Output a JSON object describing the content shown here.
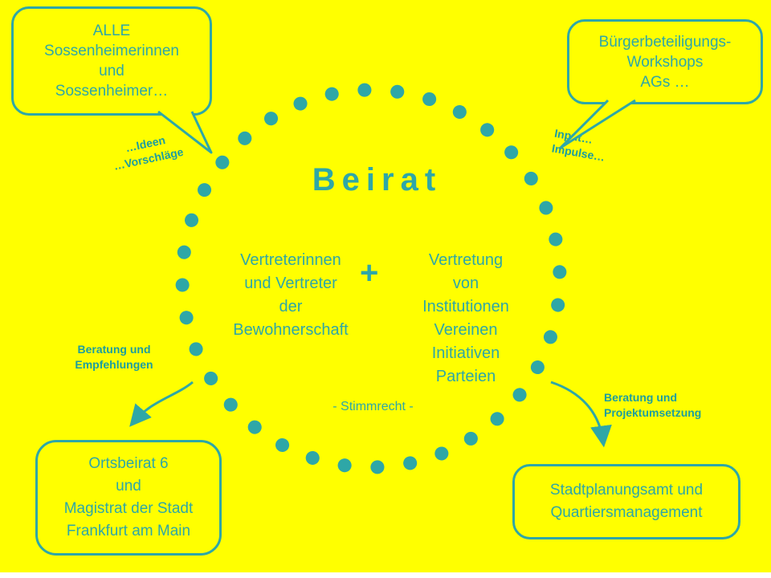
{
  "colors": {
    "background": "#FFFF00",
    "accent": "#2EA7A7"
  },
  "title": "Beirat",
  "circle": {
    "left_column": "Vertreterinnen\nund Vertreter\nder\nBewohnerschaft",
    "plus": "+",
    "right_column": "Vertretung\nvon\nInstitutionen\nVereinen\nInitiativen\nParteien",
    "voting_note": "- Stimmrecht -"
  },
  "callouts": {
    "top_left": "ALLE\nSossenheimerinnen\nund\nSossenheimer…",
    "top_right": "Bürgerbeteiligungs-\nWorkshops\nAGs …",
    "bottom_left": "Ortsbeirat 6\nund\nMagistrat der Stadt\nFrankfurt am Main",
    "bottom_right": "Stadtplanungsamt und\nQuartiersmanagement"
  },
  "flow_labels": {
    "ideas": "…Ideen\n…Vorschläge",
    "input": "Input…\nImpulse…",
    "advice_left": "Beratung und\nEmpfehlungen",
    "advice_right": "Beratung und\nProjektumsetzung"
  }
}
